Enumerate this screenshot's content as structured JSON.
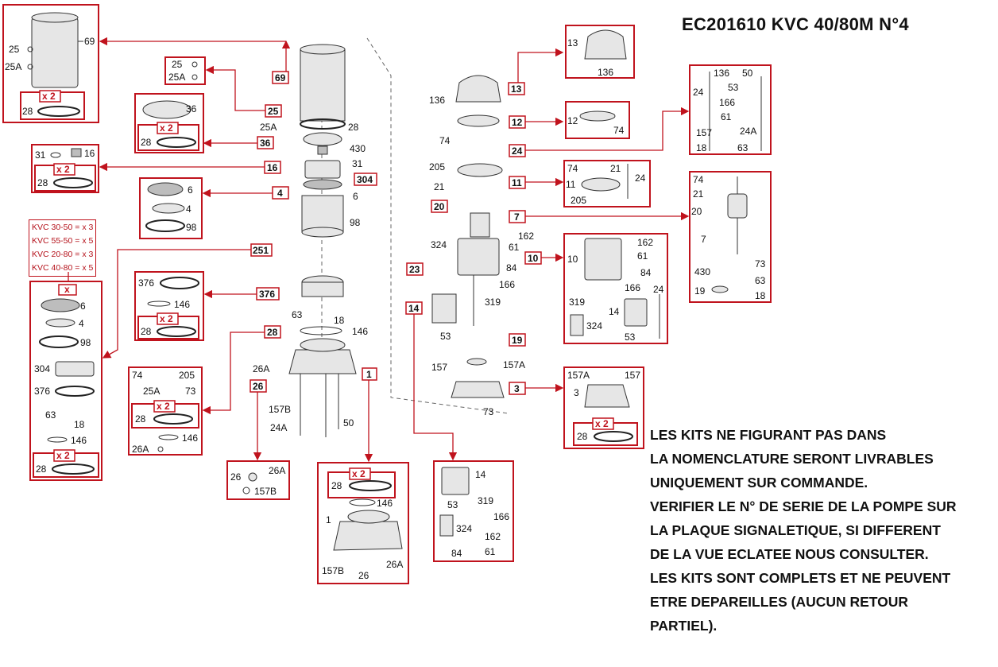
{
  "title": "EC201610 KVC 40/80M N°4",
  "kvc_notes": [
    "KVC 30-50 = x 3",
    "KVC 55-50 = x 5",
    "KVC 20-80 = x 3",
    "KVC 40-80 = x 5"
  ],
  "notice_lines": [
    "LES KITS NE FIGURANT PAS DANS",
    "LA NOMENCLATURE SERONT LIVRABLES",
    "UNIQUEMENT SUR COMMANDE.",
    "VERIFIER LE N° DE SERIE DE LA POMPE SUR",
    "LA PLAQUE SIGNALETIQUE, SI DIFFERENT",
    "DE LA VUE ECLATEE NOUS CONSULTER.",
    "LES KITS SONT COMPLETS ET NE PEUVENT",
    "ETRE DEPAREILLES (AUCUN RETOUR",
    "PARTIEL)."
  ],
  "colors": {
    "accent": "#c0131d",
    "ink": "#111111",
    "part": "#8a8a8a"
  },
  "callouts": {
    "c69": "69",
    "c25": "25",
    "c36": "36",
    "c16": "16",
    "c304": "304",
    "c4": "4",
    "c251": "251",
    "c376": "376",
    "c28": "28",
    "c1": "1",
    "c26": "26",
    "c13": "13",
    "c12": "12",
    "c24": "24",
    "c11": "11",
    "c20": "20",
    "c7": "7",
    "c10": "10",
    "c23": "23",
    "c14": "14",
    "c19": "19",
    "c3": "3"
  },
  "x2": "x 2",
  "x_mark": "x",
  "labels": {
    "k69_25": "25",
    "k69_25A": "25A",
    "k69_69": "69",
    "k69_28": "28",
    "k25_25": "25",
    "k25_25A": "25A",
    "k36_36": "36",
    "k36_28": "28",
    "k16_31": "31",
    "k16_16": "16",
    "k16_28": "28",
    "k4_6": "6",
    "k4_4": "4",
    "k4_98": "98",
    "kx_6": "6",
    "kx_4": "4",
    "kx_98": "98",
    "kx_304": "304",
    "kx_376": "376",
    "kx_63": "63",
    "kx_18": "18",
    "kx_146": "146",
    "kx_28": "28",
    "k376_376": "376",
    "k376_146": "146",
    "k376_28": "28",
    "k28_74": "74",
    "k28_205": "205",
    "k28_25A": "25A",
    "k28_73": "73",
    "k28_28": "28",
    "k28_146": "146",
    "k28_26A": "26A",
    "k26_26": "26",
    "k26_26A": "26A",
    "k26_157B": "157B",
    "k1_28": "28",
    "k1_146": "146",
    "k1_1": "1",
    "k1_157B": "157B",
    "k1_26": "26",
    "k1_26A": "26A",
    "m_25A": "25A",
    "m_28": "28",
    "m_430": "430",
    "m_31": "31",
    "m_6": "6",
    "m_98": "98",
    "m_63": "63",
    "m_18": "18",
    "m_146": "146",
    "m_26A": "26A",
    "m_157B": "157B",
    "m_24A": "24A",
    "m_50": "50",
    "k13_13": "13",
    "k13_136": "136",
    "k12_12": "12",
    "k12_74": "74",
    "k11_74": "74",
    "k11_21": "21",
    "k11_11": "11",
    "k11_24": "24",
    "k11_205": "205",
    "k24_136": "136",
    "k24_50": "50",
    "k24_24": "24",
    "k24_53": "53",
    "k24_166": "166",
    "k24_61": "61",
    "k24_157": "157",
    "k24_24A": "24A",
    "k24_18": "18",
    "k24_63": "63",
    "k7_74": "74",
    "k7_21": "21",
    "k7_20": "20",
    "k7_7": "7",
    "k7_430": "430",
    "k7_73": "73",
    "k7_63": "63",
    "k7_19": "19",
    "k7_18": "18",
    "k10_162": "162",
    "k10_10": "10",
    "k10_61": "61",
    "k10_84": "84",
    "k10_166": "166",
    "k10_24": "24",
    "k10_319": "319",
    "k10_14": "14",
    "k10_324": "324",
    "k10_53": "53",
    "k3_157A": "157A",
    "k3_157": "157",
    "k3_3": "3",
    "k3_28": "28",
    "k14_14": "14",
    "k14_53": "53",
    "k14_319": "319",
    "k14_166": "166",
    "k14_324": "324",
    "k14_162": "162",
    "k14_84": "84",
    "k14_61": "61",
    "r_136": "136",
    "r_74": "74",
    "r_205": "205",
    "r_21": "21",
    "r_162": "162",
    "r_61": "61",
    "r_324": "324",
    "r_84": "84",
    "r_166": "166",
    "r_319": "319",
    "r_53": "53",
    "r_157": "157",
    "r_157A": "157A",
    "r_73": "73"
  }
}
